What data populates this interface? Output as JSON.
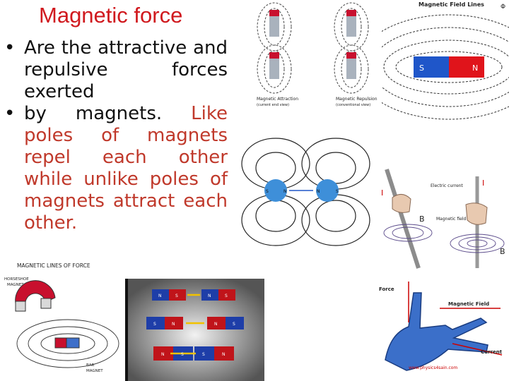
{
  "slide": {
    "title": "Magnetic force",
    "bullet1": "Are the attractive and repulsive forces exerted",
    "bullet2_black": "by magnets.",
    "bullet2_red": "Like poles of magnets repel each other while unlike poles of magnets attract each other.",
    "bullet_symbol": "•",
    "text_color": "#111111",
    "highlight_color": "#c0392b",
    "title_color": "#d0191e"
  },
  "images": {
    "attraction_caption_1": "Magnetic Attraction",
    "attraction_caption_2": "(current end view)",
    "repulsion_caption_1": "Magnetic Repulsion",
    "repulsion_caption_2": "(conventional view)",
    "field_lines_title": "Magnetic Field Lines",
    "phi_symbol": "Φ",
    "bar_s": "S",
    "bar_n": "N",
    "circle_s1": "S",
    "circle_n1": "N",
    "circle_n2": "N",
    "circle_s2": "S",
    "electric_current": "Electric current",
    "current_i_top": "I",
    "current_i_left": "I",
    "magnetic_field_small": "Magnetic field",
    "b_left": "B",
    "b_right": "B",
    "lines_of_force": "MAGNETIC LINES OF FORCE",
    "horseshoe_magnet_1": "HORSESHOE",
    "horseshoe_magnet_2": "MAGNET",
    "bar_magnet_1": "BAR",
    "bar_magnet_2": "MAGNET",
    "force_label": "Force",
    "magnetic_field_label": "Magnetic Field",
    "current_label": "Current",
    "website": "www.physics4sain.com",
    "block_row1": [
      "N",
      "S",
      "N",
      "S"
    ],
    "block_row2": [
      "S",
      "N",
      "N",
      "S"
    ],
    "block_row3": [
      "N",
      "S",
      "S",
      "N"
    ]
  }
}
